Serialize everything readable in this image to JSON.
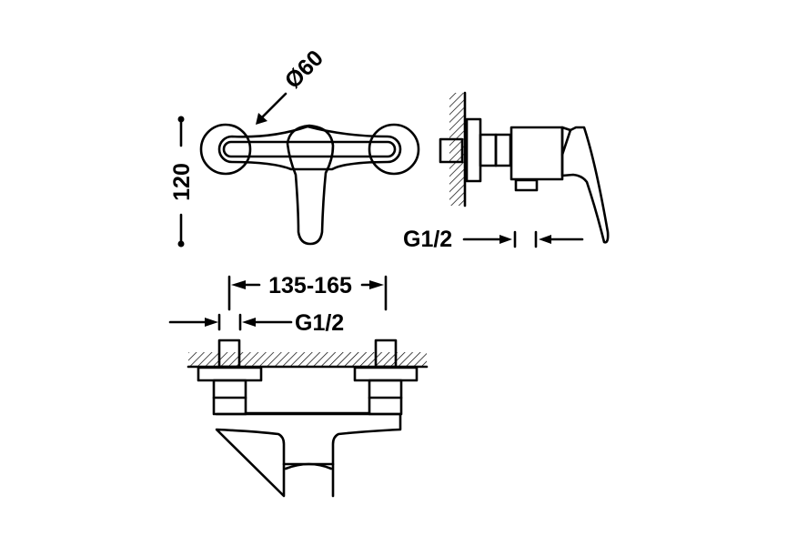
{
  "drawing": {
    "front_view": {
      "diameter_label": "Ø60",
      "height_label": "120"
    },
    "side_view": {
      "thread_label": "G1/2"
    },
    "top_view": {
      "spacing_label": "135-165",
      "thread_label": "G1/2"
    },
    "line_color": "#000000"
  }
}
